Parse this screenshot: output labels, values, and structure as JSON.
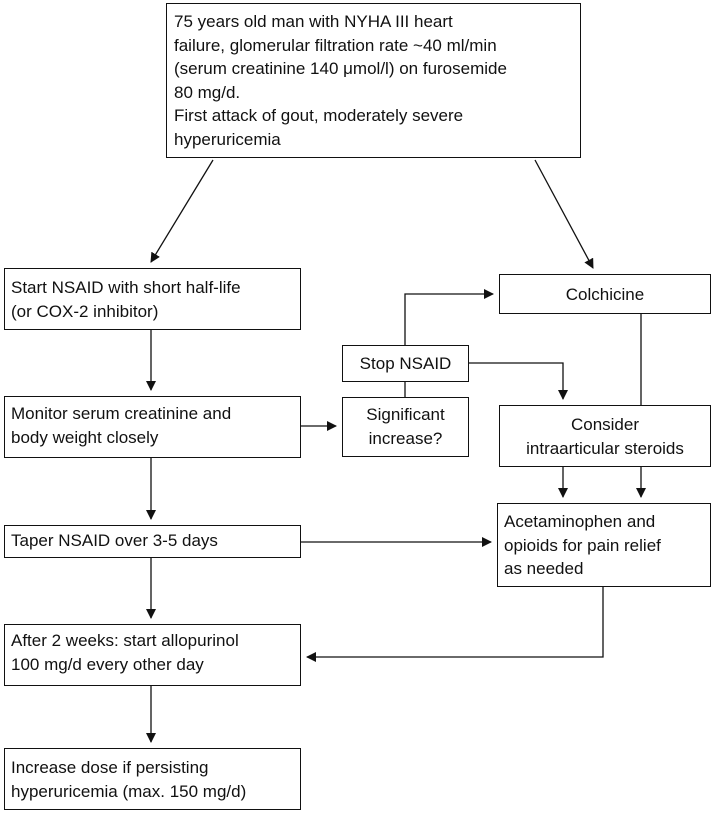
{
  "diagram": {
    "nodes": {
      "patient": {
        "lines": [
          "75 years old man with NYHA III heart",
          "failure, glomerular filtration rate ~40 ml/min",
          "(serum creatinine 140 μmol/l) on furosemide",
          "80 mg/d.",
          "First attack of gout, moderately severe",
          "hyperuricemia"
        ]
      },
      "start_nsaid": {
        "lines": [
          "Start NSAID with short half-life",
          "(or COX-2 inhibitor)"
        ]
      },
      "colchicine": {
        "lines": [
          "Colchicine"
        ]
      },
      "stop_nsaid": {
        "lines": [
          "Stop NSAID"
        ]
      },
      "monitor": {
        "lines": [
          "Monitor serum creatinine and",
          "body weight closely"
        ]
      },
      "significant_increase": {
        "lines": [
          "Significant",
          "increase?"
        ]
      },
      "consider_steroids": {
        "lines": [
          "Consider",
          "intraarticular steroids"
        ]
      },
      "taper": {
        "lines": [
          "Taper NSAID over 3-5 days"
        ]
      },
      "acetaminophen": {
        "lines": [
          "Acetaminophen and",
          "opioids for pain relief",
          "as needed"
        ]
      },
      "allopurinol": {
        "lines": [
          "After 2 weeks: start allopurinol",
          "100 mg/d every other day"
        ]
      },
      "increase_dose": {
        "lines": [
          "Increase dose if persisting",
          "hyperuricemia (max. 150 mg/d)"
        ]
      }
    },
    "edges": [
      {
        "from": "patient",
        "to": "start_nsaid"
      },
      {
        "from": "patient",
        "to": "colchicine"
      },
      {
        "from": "start_nsaid",
        "to": "monitor"
      },
      {
        "from": "monitor",
        "to": "significant_increase"
      },
      {
        "from": "significant_increase",
        "to": "stop_nsaid"
      },
      {
        "from": "stop_nsaid",
        "to": "colchicine"
      },
      {
        "from": "stop_nsaid",
        "to": "consider_steroids"
      },
      {
        "from": "colchicine",
        "to": "acetaminophen"
      },
      {
        "from": "consider_steroids",
        "to": "acetaminophen"
      },
      {
        "from": "monitor",
        "to": "taper"
      },
      {
        "from": "taper",
        "to": "acetaminophen"
      },
      {
        "from": "taper",
        "to": "allopurinol"
      },
      {
        "from": "acetaminophen",
        "to": "allopurinol"
      },
      {
        "from": "allopurinol",
        "to": "increase_dose"
      }
    ],
    "colors": {
      "stroke": "#111111",
      "background": "#ffffff"
    }
  }
}
